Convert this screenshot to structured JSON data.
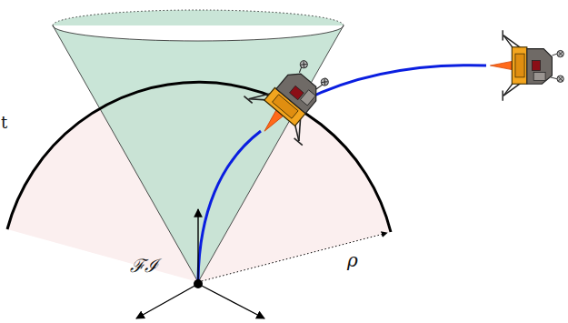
{
  "diagram": {
    "labels": [
      "t",
      "ℱℐ",
      "ρ"
    ]
  }
}
